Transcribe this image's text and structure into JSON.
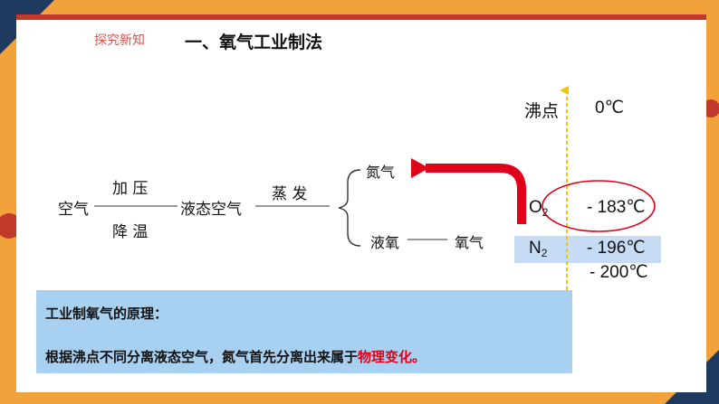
{
  "header": {
    "section_tag": "探究新知",
    "title": "一、氧气工业制法"
  },
  "diagram": {
    "air": "空气",
    "pressurize": "加 压",
    "cool": "降 温",
    "liquid_air": "液态空气",
    "evaporate": "蒸 发",
    "nitrogen": "氮气",
    "liquid_oxygen": "液氧",
    "oxygen_gas": "氧气"
  },
  "scale": {
    "label": "沸点",
    "zero": "0℃",
    "o2_symbol": "O",
    "o2_sub": "2",
    "o2_bp": "- 183℃",
    "n2_symbol": "N",
    "n2_sub": "2",
    "n2_bp": "- 196℃",
    "bottom": "- 200℃"
  },
  "principle": {
    "title": "工业制氧气的原理：",
    "body": "根据沸点不同分离液态空气，氮气首先分离出来属于",
    "highlight": "物理变化。"
  },
  "colors": {
    "background": "#f2a23a",
    "arrow_red": "#e0001a",
    "axis_yellow": "#f5c400",
    "box_blue": "#a8d0f0",
    "band_blue": "#c6dcf4"
  }
}
